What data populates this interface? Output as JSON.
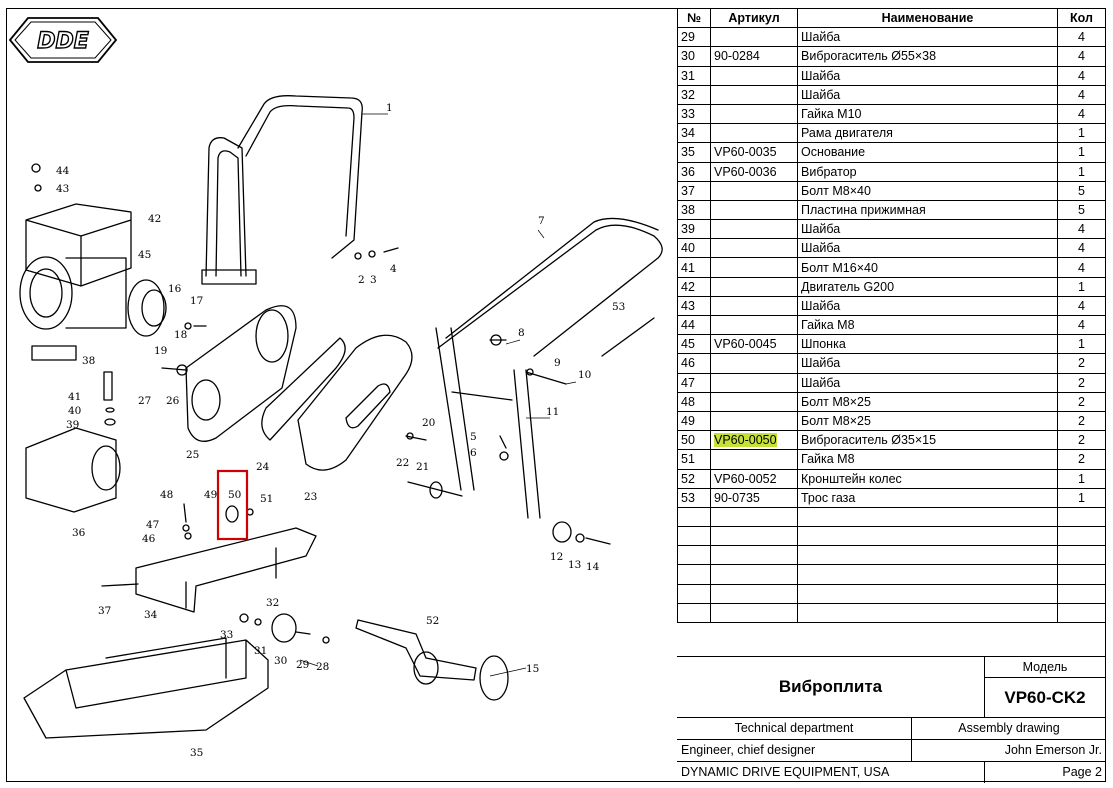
{
  "logo_text": "DDE",
  "table": {
    "headers": [
      "№",
      "Артикул",
      "Наименование",
      "Кол"
    ],
    "rows": [
      {
        "no": "29",
        "art": "",
        "name": "Шайба",
        "qty": "4"
      },
      {
        "no": "30",
        "art": "90-0284",
        "name": "Виброгаситель Ø55×38",
        "qty": "4"
      },
      {
        "no": "31",
        "art": "",
        "name": "Шайба",
        "qty": "4"
      },
      {
        "no": "32",
        "art": "",
        "name": "Шайба",
        "qty": "4"
      },
      {
        "no": "33",
        "art": "",
        "name": "Гайка М10",
        "qty": "4"
      },
      {
        "no": "34",
        "art": "",
        "name": "Рама двигателя",
        "qty": "1"
      },
      {
        "no": "35",
        "art": "VP60-0035",
        "name": "Основание",
        "qty": "1"
      },
      {
        "no": "36",
        "art": "VP60-0036",
        "name": "Вибратор",
        "qty": "1"
      },
      {
        "no": "37",
        "art": "",
        "name": "Болт М8×40",
        "qty": "5"
      },
      {
        "no": "38",
        "art": "",
        "name": "Пластина прижимная",
        "qty": "5"
      },
      {
        "no": "39",
        "art": "",
        "name": "Шайба",
        "qty": "4"
      },
      {
        "no": "40",
        "art": "",
        "name": "Шайба",
        "qty": "4"
      },
      {
        "no": "41",
        "art": "",
        "name": "Болт М16×40",
        "qty": "4"
      },
      {
        "no": "42",
        "art": "",
        "name": "Двигатель G200",
        "qty": "1"
      },
      {
        "no": "43",
        "art": "",
        "name": "Шайба",
        "qty": "4"
      },
      {
        "no": "44",
        "art": "",
        "name": "Гайка М8",
        "qty": "4"
      },
      {
        "no": "45",
        "art": "VP60-0045",
        "name": "Шпонка",
        "qty": "1"
      },
      {
        "no": "46",
        "art": "",
        "name": "Шайба",
        "qty": "2"
      },
      {
        "no": "47",
        "art": "",
        "name": "Шайба",
        "qty": "2"
      },
      {
        "no": "48",
        "art": "",
        "name": "Болт М8×25",
        "qty": "2"
      },
      {
        "no": "49",
        "art": "",
        "name": "Болт М8×25",
        "qty": "2"
      },
      {
        "no": "50",
        "art": "VP60-0050",
        "name": "Виброгаситель Ø35×15",
        "qty": "2",
        "highlight": true
      },
      {
        "no": "51",
        "art": "",
        "name": "Гайка М8",
        "qty": "2"
      },
      {
        "no": "52",
        "art": "VP60-0052",
        "name": "Кронштейн колес",
        "qty": "1"
      },
      {
        "no": "53",
        "art": "90-0735",
        "name": "Трос газа",
        "qty": "1"
      }
    ],
    "empty_rows": 6
  },
  "title_block": {
    "model_label": "Модель",
    "product": "Виброплита",
    "model": "VP60-CK2",
    "dept": "Technical department",
    "drawing_type": "Assembly drawing",
    "role": "Engineer, chief designer",
    "engineer": "John Emerson Jr.",
    "company": "DYNAMIC DRIVE EQUIPMENT, USA",
    "page": "Page 2"
  },
  "callouts": [
    "1",
    "2",
    "3",
    "4",
    "5",
    "6",
    "7",
    "8",
    "9",
    "10",
    "11",
    "12",
    "13",
    "14",
    "15",
    "16",
    "17",
    "18",
    "19",
    "20",
    "21",
    "22",
    "23",
    "24",
    "25",
    "26",
    "27",
    "28",
    "29",
    "30",
    "31",
    "32",
    "33",
    "34",
    "35",
    "36",
    "37",
    "38",
    "39",
    "40",
    "41",
    "42",
    "43",
    "44",
    "45",
    "46",
    "47",
    "48",
    "49",
    "50",
    "51",
    "52",
    "53"
  ],
  "colors": {
    "highlight": "#c6e23a",
    "selection_box": "#d00000"
  }
}
